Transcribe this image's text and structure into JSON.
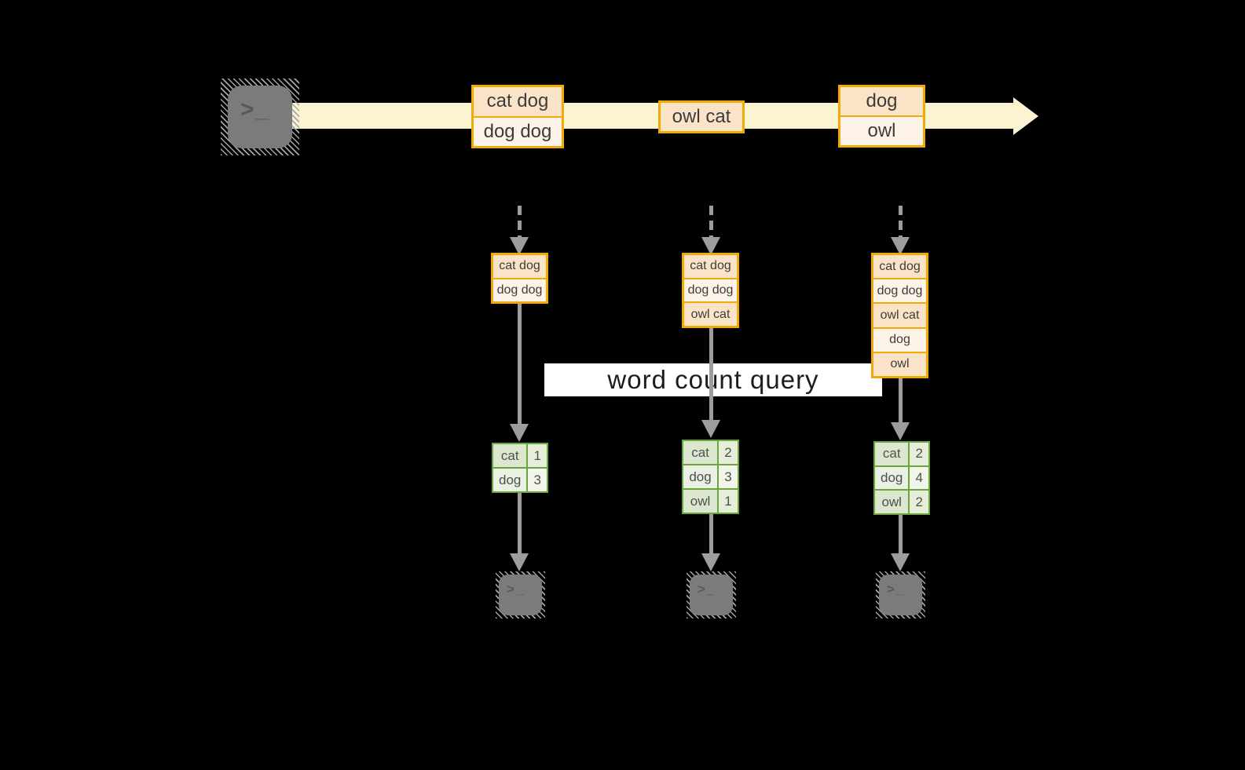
{
  "query_label": "word count query",
  "icons": {
    "terminal_prompt": ">_"
  },
  "stream": {
    "batches": [
      {
        "cells": [
          "cat dog",
          "dog dog"
        ]
      },
      {
        "cells": [
          "owl cat"
        ]
      },
      {
        "cells": [
          "dog",
          "owl"
        ]
      }
    ]
  },
  "states": [
    {
      "cells": [
        "cat dog",
        "dog dog"
      ]
    },
    {
      "cells": [
        "cat dog",
        "dog dog",
        "owl cat"
      ]
    },
    {
      "cells": [
        "cat dog",
        "dog dog",
        "owl cat",
        "dog",
        "owl"
      ]
    }
  ],
  "counts": [
    {
      "rows": [
        {
          "word": "cat",
          "count": "1"
        },
        {
          "word": "dog",
          "count": "3"
        }
      ]
    },
    {
      "rows": [
        {
          "word": "cat",
          "count": "2"
        },
        {
          "word": "dog",
          "count": "3"
        },
        {
          "word": "owl",
          "count": "1"
        }
      ]
    },
    {
      "rows": [
        {
          "word": "cat",
          "count": "2"
        },
        {
          "word": "dog",
          "count": "4"
        },
        {
          "word": "owl",
          "count": "2"
        }
      ]
    }
  ],
  "colors": {
    "background": "#000000",
    "stream_band": "#fcf3d3",
    "record_border": "#f0ab08",
    "record_fill_dark": "#fbe3c8",
    "record_fill_light": "#fdf3e8",
    "table_border": "#6aa53e",
    "table_fill_dark": "#dce7d0",
    "table_fill_light": "#eaf0e2",
    "arrow": "#9d9d9d",
    "terminal": "#7b7b7b",
    "query_band_bg": "#ffffff",
    "text_dark": "#3c3c3c"
  }
}
